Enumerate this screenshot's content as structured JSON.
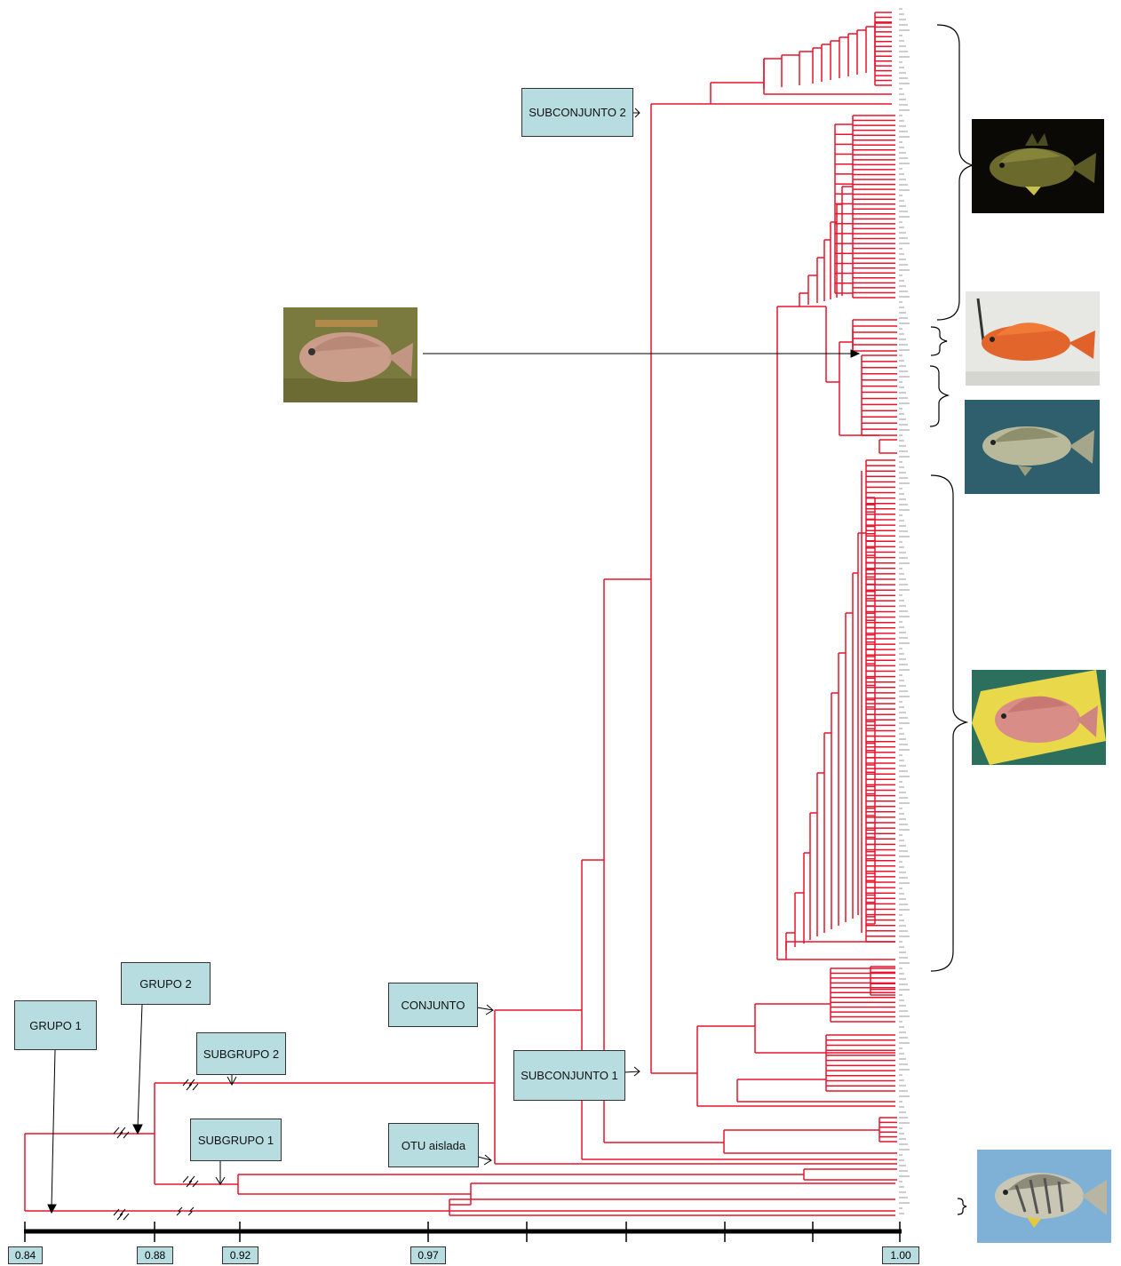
{
  "labels": {
    "grupo1": "GRUPO 1",
    "grupo2": "GRUPO 2",
    "subgrupo1": "SUBGRUPO 1",
    "subgrupo2": "SUBGRUPO 2",
    "conjunto": "CONJUNTO",
    "subconjunto1": "SUBCONJUNTO 1",
    "subconjunto2": "SUBCONJUNTO 2",
    "otu": "OTU aislada"
  },
  "axis": {
    "ticks": [
      "0.84",
      "0.88",
      "0.92",
      "0.97",
      "1.00"
    ]
  },
  "colors": {
    "branch": "#e8132c",
    "box": "#b7dde0"
  },
  "photos": [
    {
      "name": "fish-photo-dark-background"
    },
    {
      "name": "fish-photo-orange-snapper"
    },
    {
      "name": "fish-photo-blue-background"
    },
    {
      "name": "fish-photo-yellow-board"
    },
    {
      "name": "fish-photo-grunt"
    },
    {
      "name": "fish-photo-grass"
    }
  ]
}
